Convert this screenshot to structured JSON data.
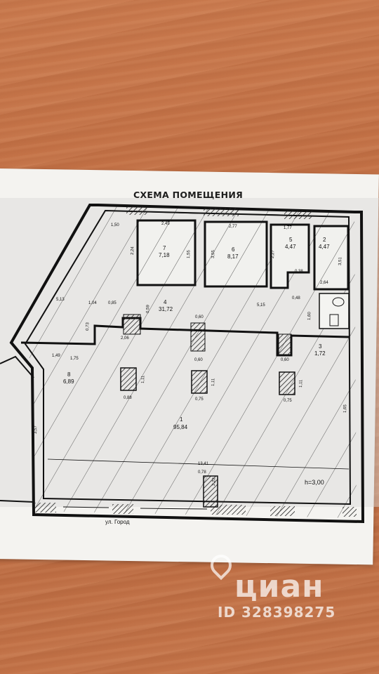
{
  "document": {
    "title": "СХЕМА ПОМЕЩЕНИЯ",
    "height_note": "h=3,00",
    "bottom_caption": "ул. Город",
    "rooms": [
      {
        "number": "1",
        "area": "95,84"
      },
      {
        "number": "2",
        "area": "4,47"
      },
      {
        "number": "3",
        "area": "1,72"
      },
      {
        "number": "4",
        "area": "31,72"
      },
      {
        "number": "5",
        "area": "4,47"
      },
      {
        "number": "6",
        "area": "8,17"
      },
      {
        "number": "7",
        "area": "7,18"
      },
      {
        "number": "8",
        "area": "6,89"
      }
    ],
    "dimensions": [
      "1,50",
      "2,45",
      "2,77",
      "1,77",
      "2,24",
      "1,55",
      "3,55",
      "2,27",
      "0,38",
      "2,64",
      "5,13",
      "1,04",
      "0,85",
      "0,59",
      "0,73",
      "5,15",
      "0,48",
      "1,60",
      "2,06",
      "0,60",
      "1,49",
      "1,75",
      "0,60",
      "0,60",
      "1,11",
      "1,11",
      "1,11",
      "0,88",
      "0,75",
      "0,75",
      "3,57",
      "13,41",
      "0,78",
      "2,22",
      "1,65",
      "3,51"
    ]
  },
  "watermark": {
    "brand": "циан",
    "listing_id": "ID 328398275"
  },
  "colors": {
    "table": "#c27045",
    "paper": "#f4f3f0",
    "ink": "#151515"
  }
}
